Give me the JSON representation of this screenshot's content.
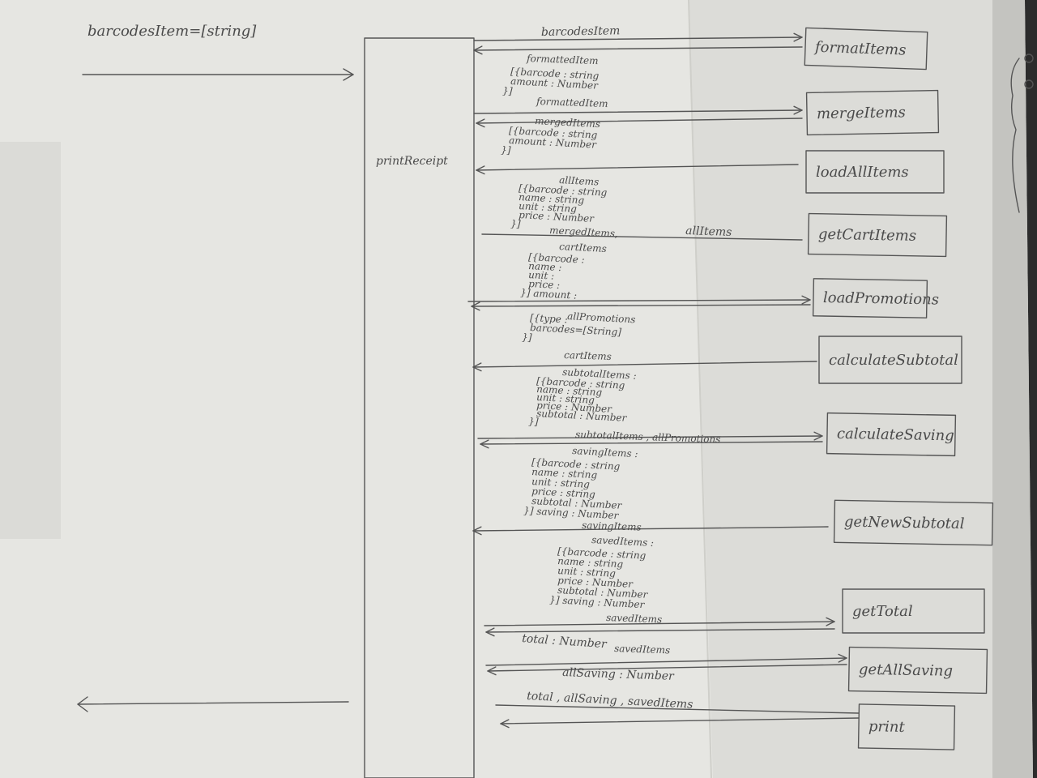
{
  "input_label": "barcodesItem=[string]",
  "center_label": "printReceipt",
  "functions": [
    "formatItems",
    "mergeItems",
    "loadAllItems",
    "getCartItems",
    "loadPromotions",
    "calculateSubtotal",
    "calculateSaving",
    "getNewSubtotal",
    "getTotal",
    "getAllSaving",
    "print"
  ],
  "arrow_labels": {
    "formatItems_in": "barcodesItem",
    "formatItems_out": "formattedItem",
    "mergeItems_in": "formattedItem",
    "mergeItems_out": "mergedItems",
    "loadAllItems_out": "allItems",
    "getCartItems_in_a": "mergedItems,",
    "getCartItems_in_b": "allItems",
    "getCartItems_out": "cartItems",
    "loadPromotions_out": "allPromotions",
    "calculateSubtotal_in": "cartItems",
    "calculateSubtotal_out": "subtotalItems :",
    "calculateSaving_in": "subtotalItems , allPromotions",
    "calculateSaving_out": "savingItems :",
    "getNewSubtotal_in": "savingItems",
    "getNewSubtotal_out": "savedItems :",
    "getTotal_in": "savedItems",
    "getTotal_out": "total : Number",
    "getAllSaving_in": "savedItems",
    "getAllSaving_out": "allSaving : Number",
    "print_in": "total , allSaving , savedItems"
  },
  "schemas": {
    "formatted": [
      "[{barcode : string",
      "amount : Number",
      "}]"
    ],
    "merged": [
      "[{barcode : string",
      "amount : Number",
      "}]"
    ],
    "allItems": [
      "[{barcode : string",
      "name : string",
      "unit : string",
      "price : Number",
      "}]"
    ],
    "cartItems": [
      "[{barcode :",
      "name :",
      "unit :",
      "price :",
      "}] amount :"
    ],
    "promotions": [
      "[{type :",
      "barcodes=[String]",
      "}]"
    ],
    "subtotal": [
      "[{barcode : string",
      "name : string",
      "unit : string",
      "price : Number",
      "subtotal : Number",
      "}]"
    ],
    "saving": [
      "[{barcode : string",
      "name : string",
      "unit : string",
      "price : string",
      "subtotal : Number",
      "}] saving : Number"
    ],
    "saved": [
      "[{barcode : string",
      "name : string",
      "unit : string",
      "price : Number",
      "subtotal : Number",
      "}] saving : Number"
    ]
  }
}
